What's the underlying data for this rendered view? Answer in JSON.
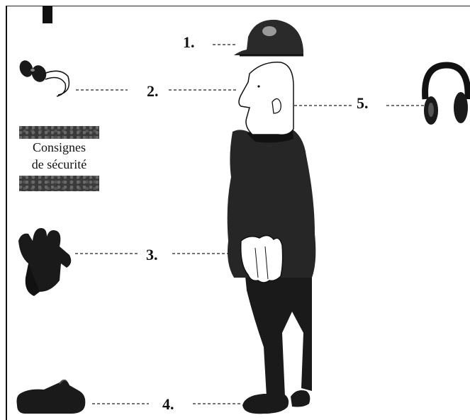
{
  "labels": {
    "helmet": "1.",
    "goggles": "2.",
    "gloves": "3.",
    "shoes": "4.",
    "ear_protection": "5."
  },
  "sign": {
    "line1": "Consignes",
    "line2": "de sécurité"
  },
  "icons": [
    "helmet-icon",
    "goggles-icon",
    "gloves-icon",
    "shoe-icon",
    "ear-muffs-icon",
    "worker-figure"
  ]
}
